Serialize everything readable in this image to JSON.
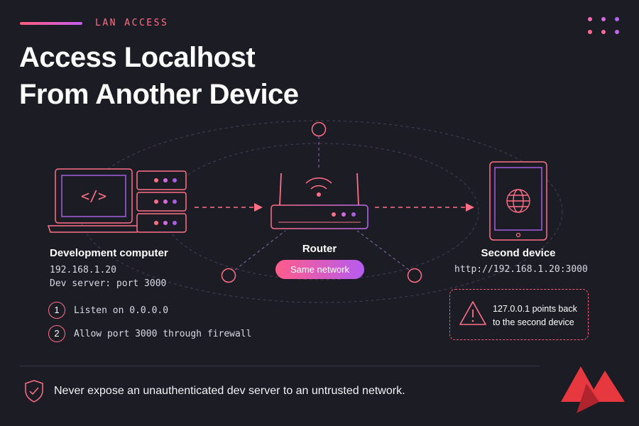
{
  "header": {
    "eyebrow": "LAN ACCESS",
    "title_line1": "Access Localhost",
    "title_line2": "From Another Device"
  },
  "dev_computer": {
    "label": "Development computer",
    "ip": "192.168.1.20",
    "server": "Dev server: port 3000",
    "code_glyph": "</>",
    "steps": [
      {
        "number": "1",
        "text": "Listen on 0.0.0.0"
      },
      {
        "number": "2",
        "text": "Allow port 3000 through firewall"
      }
    ]
  },
  "router": {
    "label": "Router",
    "badge": "Same network"
  },
  "second_device": {
    "label": "Second device",
    "url": "http://192.168.1.20:3000"
  },
  "warning": {
    "line1": "127.0.0.1 points back",
    "line2": "to the second device",
    "icon": "warning-triangle-icon"
  },
  "footer": {
    "text": "Never expose an unauthenticated dev server to an untrusted network.",
    "icon": "shield-check-icon"
  },
  "icons": {
    "laptop": "laptop-icon",
    "server": "server-stack-icon",
    "router": "router-icon",
    "tablet": "tablet-icon",
    "globe": "globe-icon",
    "logo": "brand-logo"
  },
  "colors": {
    "background": "#1b1c24",
    "accent_pink": "#ff5d7a",
    "accent_purple": "#b65cf0",
    "logo_red": "#e8383f"
  }
}
